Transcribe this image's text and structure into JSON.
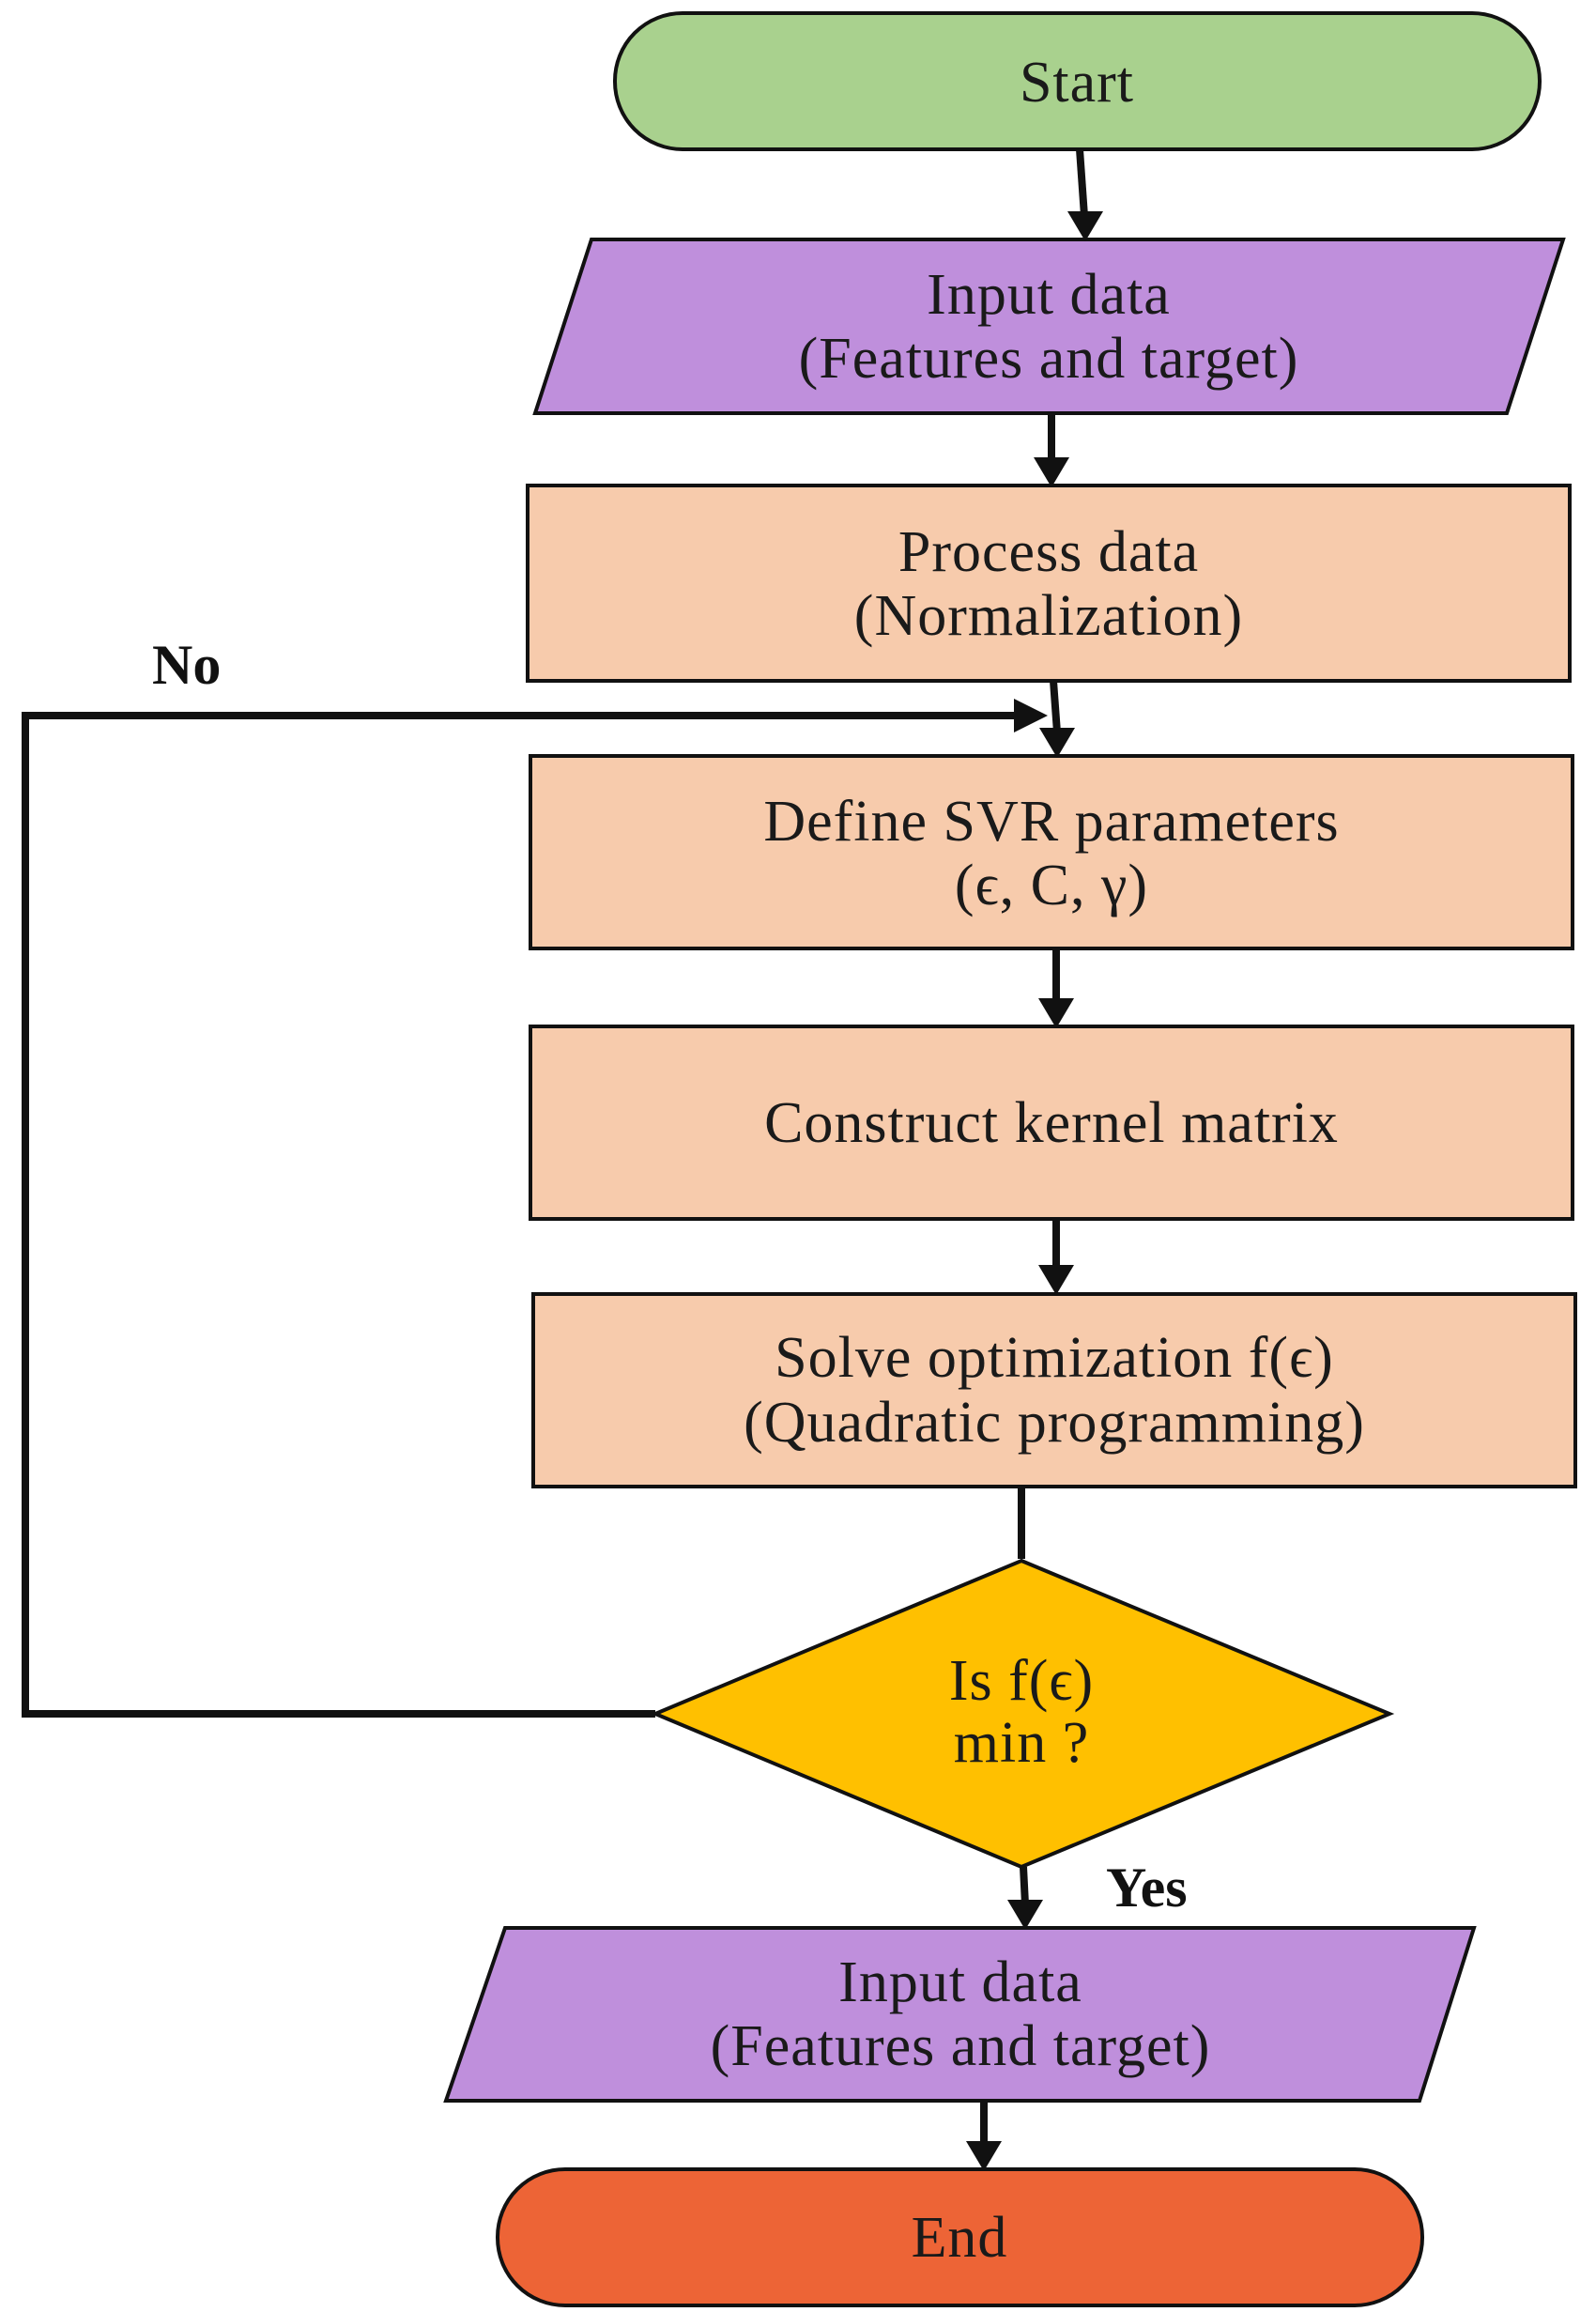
{
  "nodes": {
    "start": {
      "shape": "terminator",
      "fill": "#a9d18e",
      "lines": [
        "Start"
      ]
    },
    "input_top": {
      "shape": "parallelogram",
      "fill": "#bf8fdc",
      "lines": [
        "Input data",
        "(Features and target)"
      ]
    },
    "process": {
      "shape": "rectangle",
      "fill": "#f7cbac",
      "lines": [
        "Process data",
        "(Normalization)"
      ]
    },
    "define": {
      "shape": "rectangle",
      "fill": "#f7cbac",
      "lines": [
        "Define SVR parameters",
        "(ϵ, C, γ)"
      ]
    },
    "kernel": {
      "shape": "rectangle",
      "fill": "#f7cbac",
      "lines": [
        "Construct kernel  matrix"
      ]
    },
    "solve": {
      "shape": "rectangle",
      "fill": "#f7cbac",
      "lines": [
        "Solve optimization  f(ϵ)",
        "(Quadratic  programming)"
      ]
    },
    "decision": {
      "shape": "diamond",
      "fill": "#ffc000",
      "lines": [
        "Is f(ϵ)",
        "min ?"
      ]
    },
    "input_bottom": {
      "shape": "parallelogram",
      "fill": "#bf8fdc",
      "lines": [
        "Input data",
        "(Features and target)"
      ]
    },
    "end": {
      "shape": "terminator",
      "fill": "#ed6436",
      "lines": [
        "End"
      ]
    }
  },
  "edge_labels": {
    "no": "No",
    "yes": "Yes"
  }
}
